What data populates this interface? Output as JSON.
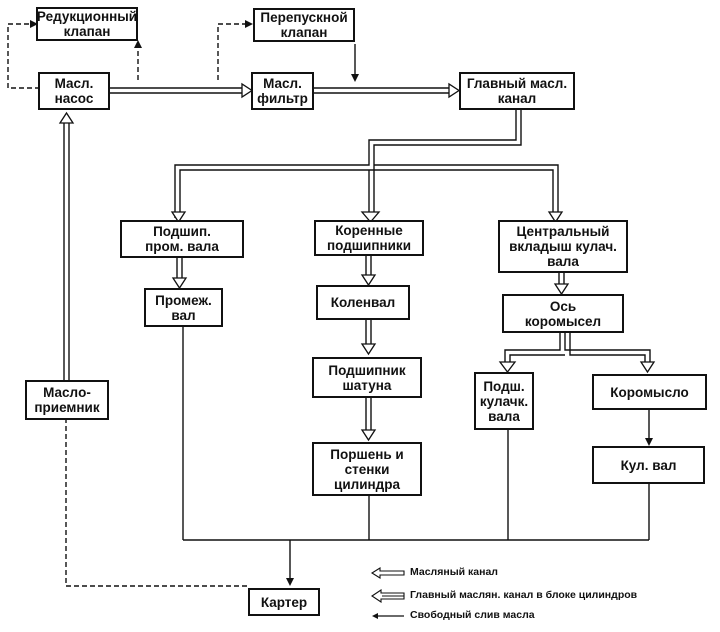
{
  "nodes": {
    "reduction_valve": "Редукционный\nклапан",
    "bypass_valve": "Перепускной\nклапан",
    "oil_pump": "Масл.\nнасос",
    "oil_filter": "Масл.\nфильтр",
    "main_oil_channel": "Главный масл.\nканал",
    "bearing_interm_shaft": "Подшип.\nпром.   вала",
    "main_bearings": "Коренные\nподшипники",
    "cam_center_bushing": "Центральный\nвкладыш кулач.\nвала",
    "interm_shaft": "Промеж.\nвал",
    "crankshaft": "Коленвал",
    "rocker_axis": "Ось\nкоромысел",
    "conrod_bearing": "Подшипник\nшатуна",
    "cam_shaft_bearing": "Подш.\nкулачк.\nвала",
    "rocker": "Коромысло",
    "oil_receiver": "Маслo-\nприемник",
    "piston_walls": "Поршень и\nстенки\nцилиндра",
    "camshaft": "Кул. вал",
    "crankcase": "Картер"
  },
  "legend": {
    "oil_channel": "Масляный канал",
    "main_oil_channel_block": "Главный маслян. канал в блоке цилиндров",
    "free_drain": "Свободный слив масла"
  }
}
